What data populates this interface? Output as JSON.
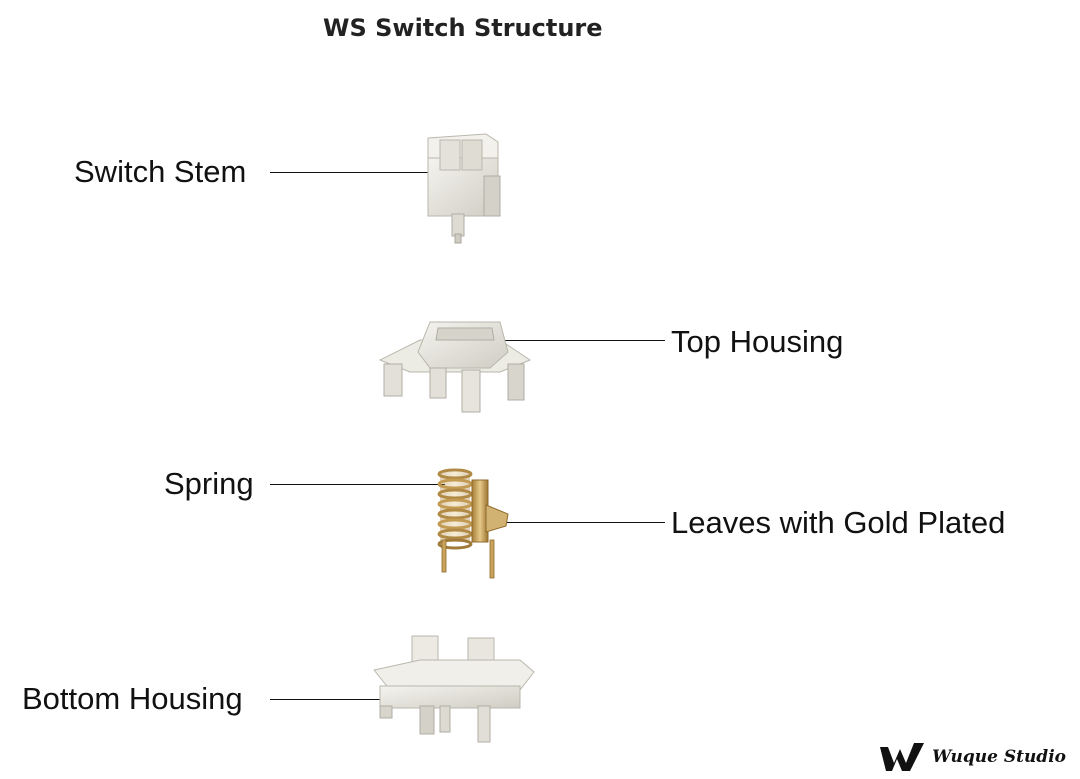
{
  "title": "WS Switch Structure",
  "labels": {
    "switch_stem": "Switch Stem",
    "top_housing": "Top Housing",
    "spring": "Spring",
    "leaves": "Leaves with Gold Plated",
    "bottom_housing": "Bottom Housing"
  },
  "brand": {
    "logo_icon": "wuque-w-logo-icon",
    "name": "Wuque Studio"
  },
  "colors": {
    "plastic": "#e9e8e1",
    "plastic_shade": "#c9c7bd",
    "gold": "#c9a45a",
    "gold_dark": "#8f6a2a"
  }
}
